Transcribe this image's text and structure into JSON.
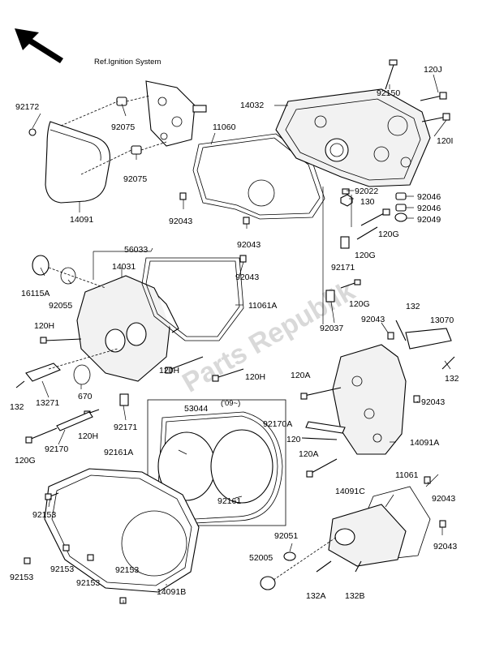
{
  "ref_note": "Ref.Ignition System",
  "watermark": "Parts Republik",
  "labels": {
    "p92172": "92172",
    "p92075a": "92075",
    "p92075b": "92075",
    "p14091": "14091",
    "p11060": "11060",
    "p92043a": "92043",
    "p92043b": "92043",
    "p14032": "14032",
    "p92150": "92150",
    "p120J": "120J",
    "p120I": "120I",
    "p92022": "92022",
    "p130": "130",
    "p92046a": "92046",
    "p92046b": "92046",
    "p92049": "92049",
    "p120G_a": "120G",
    "p120G_b": "120G",
    "p92171a": "92171",
    "p56033": "56033",
    "p14031": "14031",
    "p16115A": "16115A",
    "p92055": "92055",
    "p92043c": "92043",
    "p11061A": "11061A",
    "p120H_a": "120H",
    "p120G_c": "120G",
    "p92037": "92037",
    "p92043d": "92043",
    "p132a": "132",
    "p13070": "13070",
    "p132b": "132",
    "p120H_b": "120H",
    "p120H_c": "120H",
    "p132c": "132",
    "p13271": "13271",
    "p670": "670",
    "p92171b": "92171",
    "p120H_d": "120H",
    "p92170": "92170",
    "p120G_d": "120G",
    "p53044": "53044",
    "p09": "('09~)",
    "p92161A": "92161A",
    "p92161": "92161",
    "p120A_a": "120A",
    "p92043e": "92043",
    "p92170A": "92170A",
    "p120": "120",
    "p14091A": "14091A",
    "p120A_b": "120A",
    "p11061": "11061",
    "p14091C": "14091C",
    "p92043f": "92043",
    "p92153a": "92153",
    "p92153b": "92153",
    "p92153c": "92153",
    "p92153d": "92153",
    "p92153e": "92153",
    "p92051": "92051",
    "p92043g": "92043",
    "p52005": "52005",
    "p14091B": "14091B",
    "p132A": "132A",
    "p132B": "132B"
  }
}
